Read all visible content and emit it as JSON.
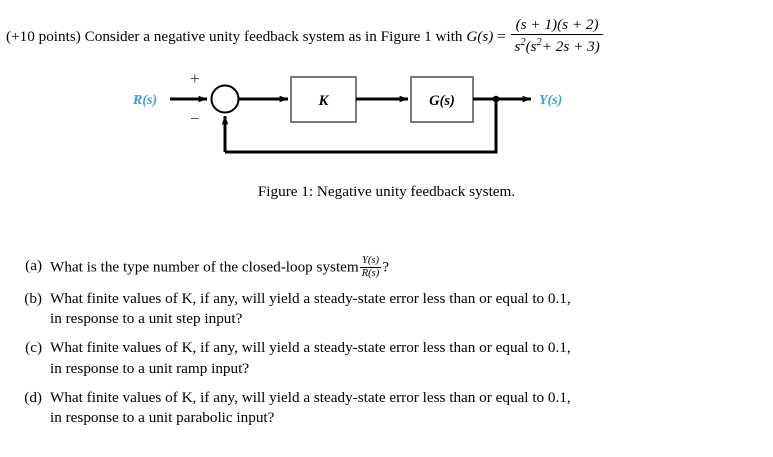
{
  "prompt": {
    "points": "(+10 points)",
    "text_before": "Consider a negative unity feedback system as in Figure 1 with",
    "gs_label": "G(s)",
    "equals": "=",
    "transfer_function": {
      "numerator": "(s + 1)(s + 2)",
      "denominator": "s²(s² + 2s + 3)",
      "den_base": "s",
      "den_exp": "2",
      "den_rest_open": "(s",
      "den_rest_exp": "2",
      "den_rest_tail": "+ 2s + 3)"
    }
  },
  "diagram": {
    "input_label": "R(s)",
    "output_label": "Y(s)",
    "summing_plus": "+",
    "summing_minus": "−",
    "gain_block_label": "K",
    "plant_block_label": "G(s)",
    "line_color": "#000000",
    "label_color": "#33a0dd",
    "block_fill": "#ffffff",
    "block_stroke": "#5a5a5a"
  },
  "caption": "Figure 1: Negative unity feedback system.",
  "questions": [
    {
      "label": "(a)",
      "line1_before": "What is the type number of the closed-loop system",
      "fraction_num": "Y(s)",
      "fraction_den": "R(s)",
      "line1_after": "?",
      "line2": ""
    },
    {
      "label": "(b)",
      "line1_before": "What finite values of K, if any, will yield a steady-state error less than or equal to 0.1,",
      "fraction_num": "",
      "fraction_den": "",
      "line1_after": "",
      "line2": "in response to a unit step input?"
    },
    {
      "label": "(c)",
      "line1_before": "What finite values of K, if any, will yield a steady-state error less than or equal to 0.1,",
      "fraction_num": "",
      "fraction_den": "",
      "line1_after": "",
      "line2": "in response to a unit ramp input?"
    },
    {
      "label": "(d)",
      "line1_before": "What finite values of K, if any, will yield a steady-state error less than or equal to 0.1,",
      "fraction_num": "",
      "fraction_den": "",
      "line1_after": "",
      "line2": "in response to a unit parabolic input?"
    }
  ]
}
